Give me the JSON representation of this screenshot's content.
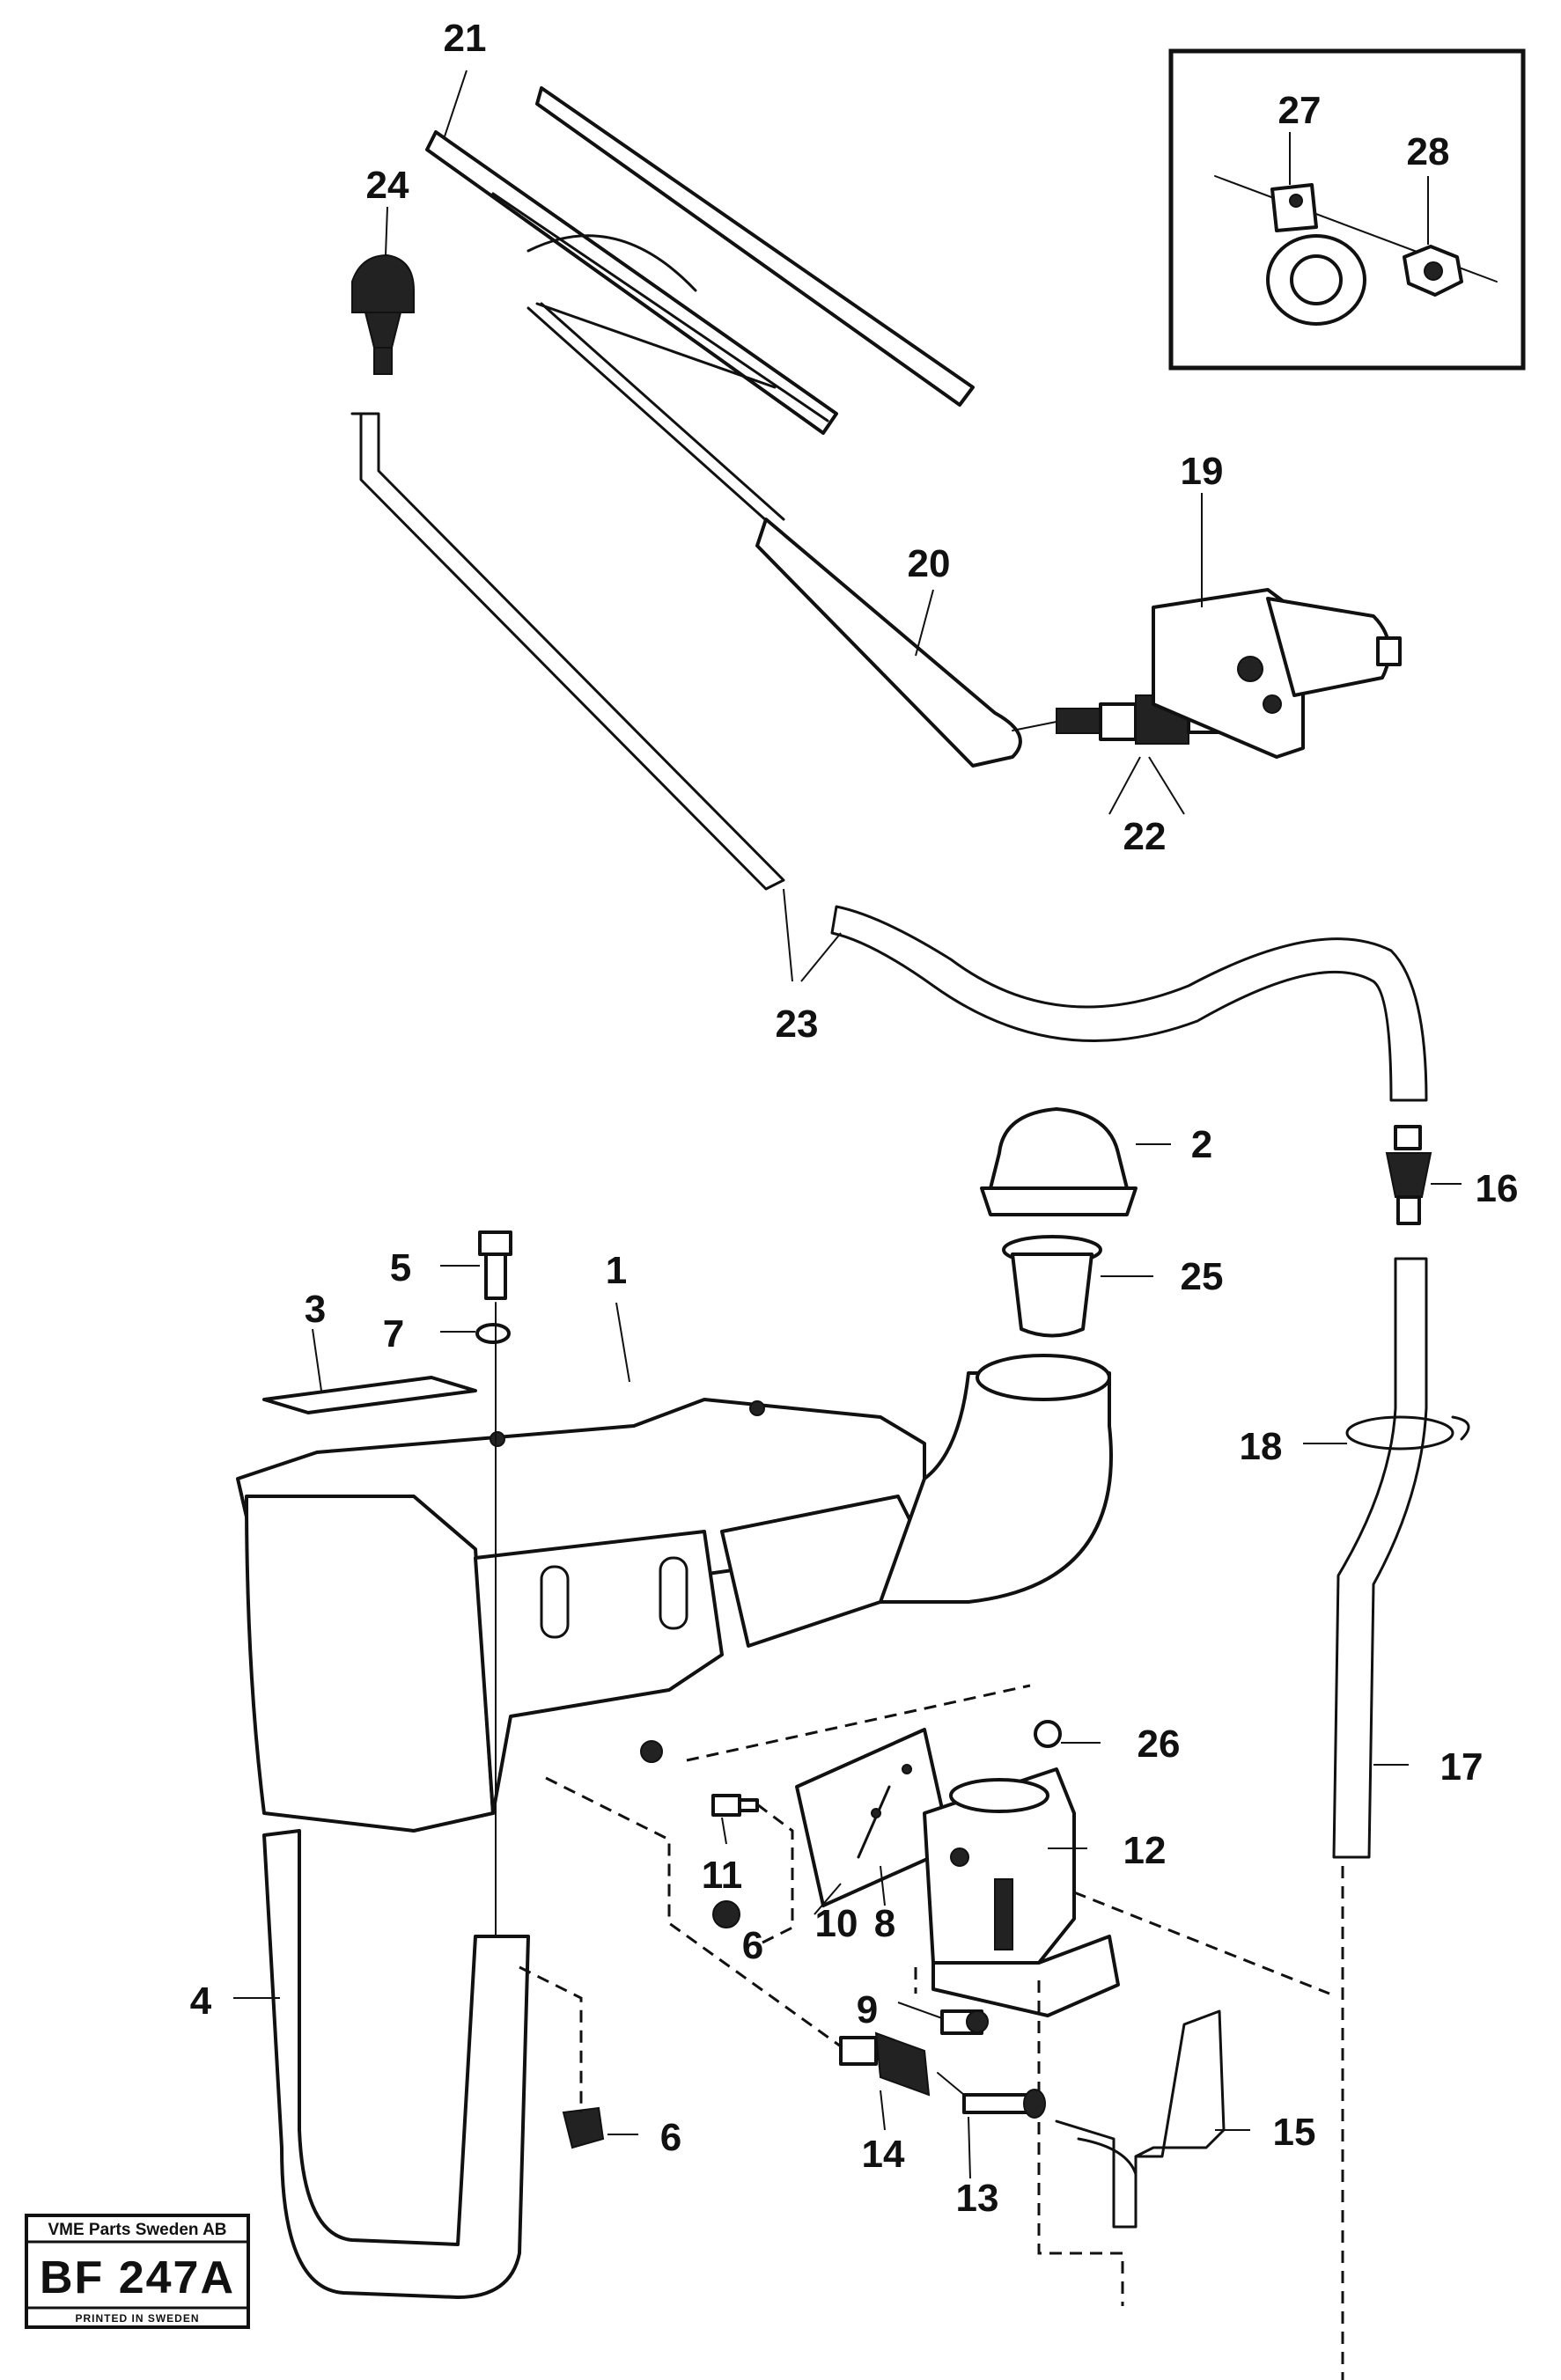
{
  "labels": {
    "p1": "1",
    "p2": "2",
    "p3": "3",
    "p4": "4",
    "p5": "5",
    "p6a": "6",
    "p6b": "6",
    "p7": "7",
    "p8": "8",
    "p9": "9",
    "p10": "10",
    "p11": "11",
    "p12": "12",
    "p13": "13",
    "p14": "14",
    "p15": "15",
    "p16": "16",
    "p17": "17",
    "p18": "18",
    "p19": "19",
    "p20": "20",
    "p21": "21",
    "p22": "22",
    "p23": "23",
    "p24": "24",
    "p25": "25",
    "p26": "26",
    "p27": "27",
    "p28": "28"
  },
  "stamp": {
    "company": "VME Parts Sweden AB",
    "code": "BF 247A",
    "printed": "PRINTED IN SWEDEN"
  }
}
